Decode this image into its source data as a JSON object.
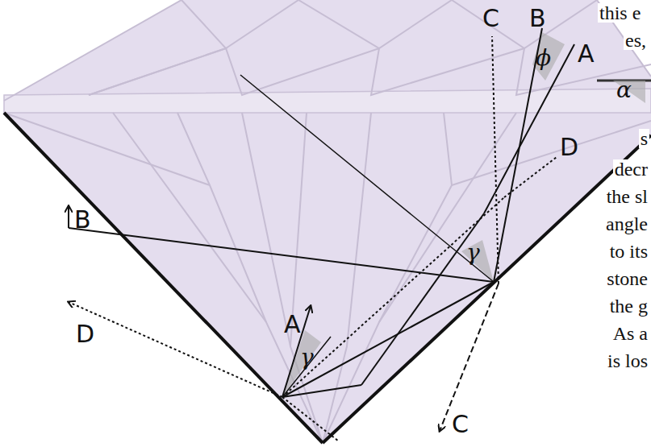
{
  "diagram": {
    "labels": [
      "C",
      "B",
      "ϕ",
      "A",
      "α",
      "D",
      "B",
      "γ",
      "A",
      "γ",
      "D",
      "C",
      "this e",
      "es,",
      "s",
      "decr",
      "the sl",
      "angle",
      "to its",
      "stone",
      "the g",
      "As a",
      "is los"
    ]
  }
}
